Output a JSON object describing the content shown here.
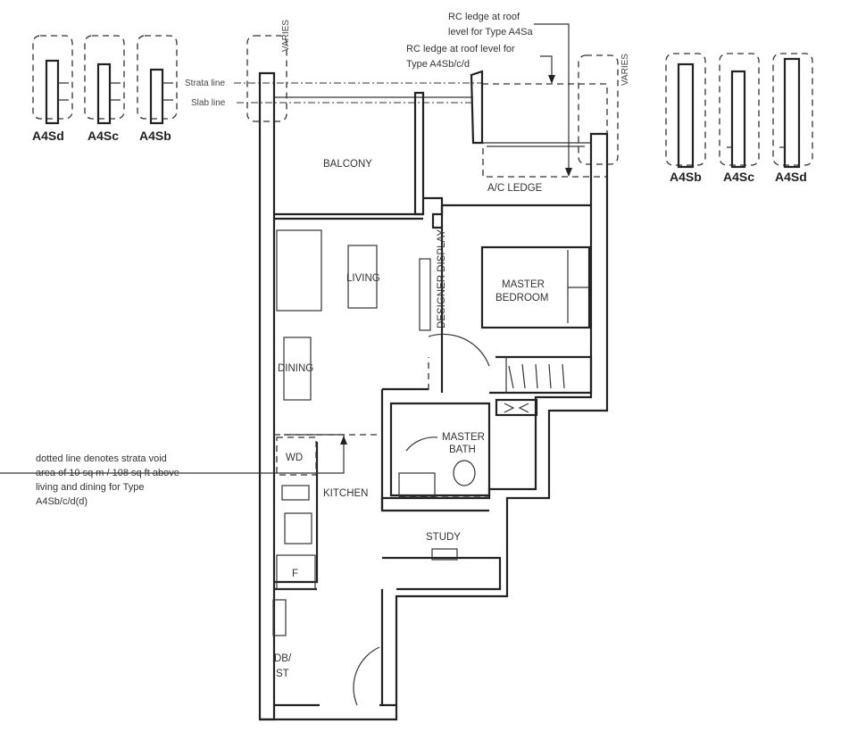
{
  "rooms": {
    "balcony": "BALCONY",
    "ac_ledge": "A/C LEDGE",
    "living": "LIVING",
    "designer_display": "DESIGNER DISPLAY",
    "master_bedroom_1": "MASTER",
    "master_bedroom_2": "BEDROOM",
    "dining": "DINING",
    "master_bath_1": "MASTER",
    "master_bath_2": "BATH",
    "wd": "WD",
    "kitchen": "KITCHEN",
    "study": "STUDY",
    "fridge": "F",
    "dbst_1": "DB/",
    "dbst_2": "ST"
  },
  "annotations": {
    "strata_line": "Strata line",
    "slab_line": "Slab line",
    "varies": "VARIES",
    "rc_ledge_a_1": "RC ledge at roof",
    "rc_ledge_a_2": "level for Type A4Sa",
    "rc_ledge_b_1": "RC ledge at roof level for",
    "rc_ledge_b_2": "Type A4Sb/c/d",
    "void_note": [
      "dotted line denotes strata void",
      "area of 10 sq m / 108 sq ft above",
      "living and dining for Type",
      "A4Sb/c/d(d)"
    ]
  },
  "types_left": [
    "A4Sd",
    "A4Sc",
    "A4Sb"
  ],
  "types_right": [
    "A4Sb",
    "A4Sc",
    "A4Sd"
  ]
}
